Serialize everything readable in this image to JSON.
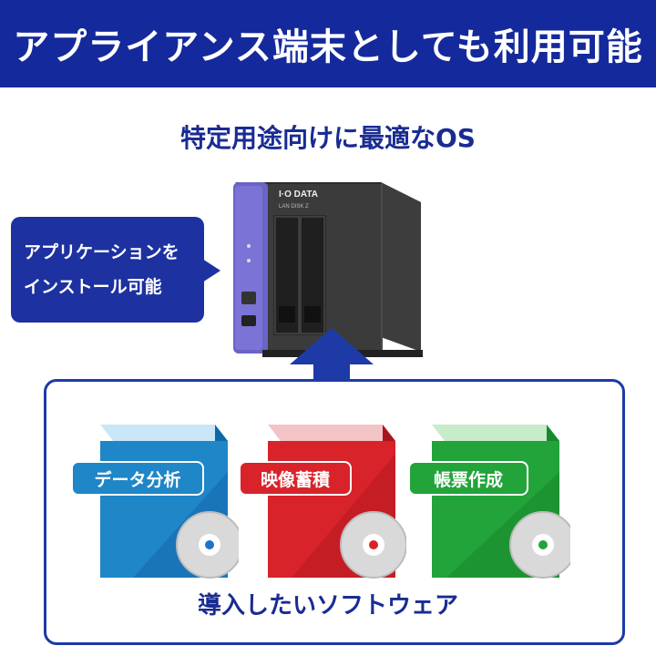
{
  "banner": {
    "title": "アプライアンス端末としても利用可能"
  },
  "subtitle": "特定用途向けに最適なOS",
  "bubble": {
    "line1": "アプリケーションを",
    "line2": "インストール可能"
  },
  "device": {
    "brand": "I·O DATA",
    "model": "LAN DISK Z"
  },
  "software": {
    "items": [
      {
        "label": "データ分析",
        "color": "#1f86c8",
        "dot": "#1e73c8"
      },
      {
        "label": "映像蓄積",
        "color": "#d8232a",
        "dot": "#d8232a"
      },
      {
        "label": "帳票作成",
        "color": "#22a43a",
        "dot": "#22a43a"
      }
    ],
    "caption": "導入したいソフトウェア"
  },
  "colors": {
    "banner": "#14299b",
    "accent": "#1d31a0"
  }
}
